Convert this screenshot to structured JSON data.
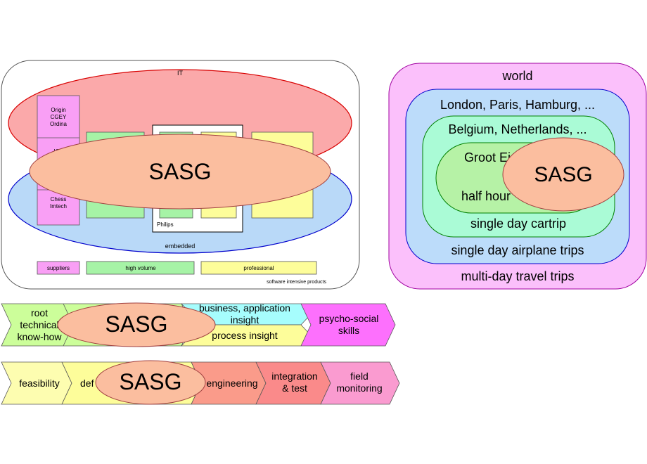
{
  "colors": {
    "it_fill": "#fba9aa",
    "it_stroke": "#d80000",
    "embedded_fill": "#b9d9f8",
    "embedded_stroke": "#0000cc",
    "suppliers_fill": "#f99ff5",
    "high_volume_fill": "#a6f3a6",
    "professional_fill": "#fdfd9a",
    "sasg_fill": "#fbbe9f",
    "world_fill": "#fbc0fb",
    "world_stroke": "#a000a0",
    "region_fill": "#bcdcfa",
    "country_fill": "#aafbd6",
    "local_fill": "#b6f2a6",
    "chevron_green": "#ccfe9a",
    "chevron_cyan": "#a6fdfd",
    "chevron_yellow": "#fdfd9a",
    "chevron_magenta": "#fd70fd",
    "chevron_salmon": "#fa9b8a",
    "chevron_red": "#fa8a8a",
    "chevron_pink": "#fa9bd0"
  },
  "landscape": {
    "it_label": "IT",
    "embedded_label": "embedded",
    "companies_top": [
      "Origin",
      "CGEY",
      "Ordina"
    ],
    "companies_mid": [
      "ICT"
    ],
    "companies_bottom": [
      "Chess",
      "Imtech"
    ],
    "philips_label": "Philips",
    "sasg_label": "SASG",
    "legend": {
      "suppliers": "suppliers",
      "high_volume": "high volume",
      "professional": "professional"
    },
    "footer": "software intensive products"
  },
  "travel": {
    "world": "world",
    "cities": "London, Paris, Hamburg, ...",
    "countries": "Belgium, Netherlands, ...",
    "local_top": "Groot Ei",
    "local_bottom": "half hour",
    "single_day_cartrip": "single day cartrip",
    "single_day_airplane": "single day airplane trips",
    "multi_day": "multi-day travel trips",
    "sasg_label": "SASG"
  },
  "skills_row": {
    "root": [
      "root",
      "technical",
      "know-how"
    ],
    "business": [
      "business, application",
      "insight"
    ],
    "process": "process insight",
    "psycho": [
      "psycho-social",
      "skills"
    ],
    "sasg_label": "SASG"
  },
  "lifecycle_row": {
    "feasibility": "feasibility",
    "definition": "def",
    "engineering": "engineering",
    "integration": [
      "integration",
      "& test"
    ],
    "field": [
      "field",
      "monitoring"
    ],
    "sasg_label": "SASG"
  }
}
